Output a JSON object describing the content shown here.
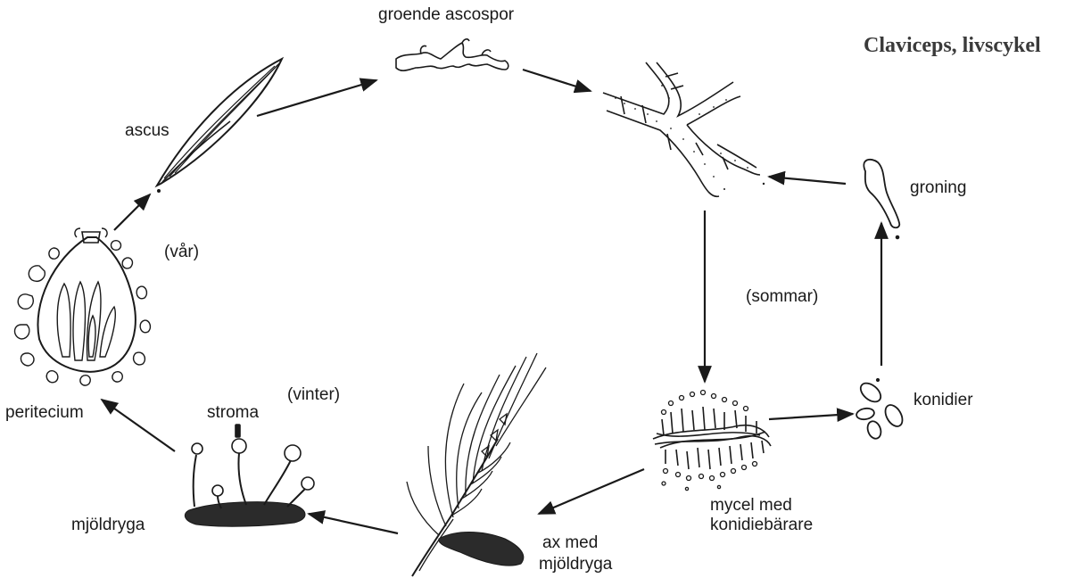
{
  "title": "Claviceps, livscykel",
  "labels": {
    "groende_ascospor": "groende ascospor",
    "ascus": "ascus",
    "var": "(vår)",
    "groning": "groning",
    "sommar": "(sommar)",
    "konidier": "konidier",
    "mycel_line1": "mycel med",
    "mycel_line2": "konidiebärare",
    "ax_line1": "ax med",
    "ax_line2": "mjöldryga",
    "mjoldryga": "mjöldryga",
    "stroma": "stroma",
    "vinter": "(vinter)",
    "peritecium": "peritecium"
  },
  "colors": {
    "ink": "#1a1a1a",
    "dark_fill": "#2b2b2b",
    "title_ink": "#3a3a3a"
  }
}
